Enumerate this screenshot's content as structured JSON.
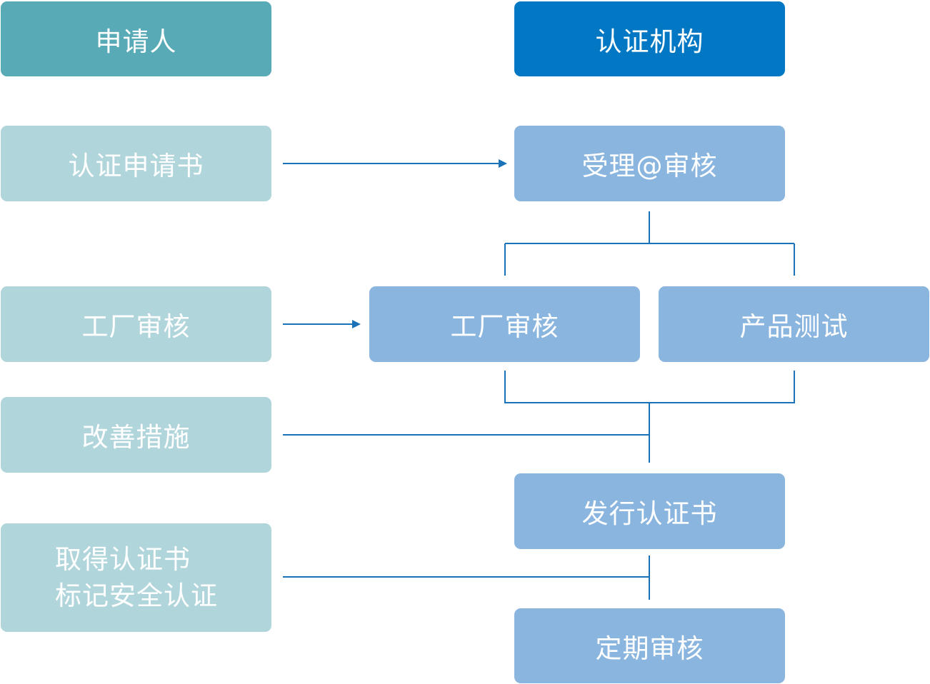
{
  "headers": {
    "applicant": "申请人",
    "certification_body": "认证机构"
  },
  "applicant_steps": {
    "application": "认证申请书",
    "factory_audit": "工厂审核",
    "improvement": "改善措施",
    "obtain_line1": "取得认证书",
    "obtain_line2": "标记安全认证"
  },
  "cert_steps": {
    "accept_review": "受理@审核",
    "factory_audit": "工厂审核",
    "product_test": "产品测试",
    "issue_certificate": "发行认证书",
    "periodic_audit": "定期审核"
  },
  "colors": {
    "applicant_header": "#57aab6",
    "cert_header": "#0278c4",
    "applicant_step": "#b0d5db",
    "cert_step": "#8ab5df",
    "connector": "#1a73b8"
  }
}
